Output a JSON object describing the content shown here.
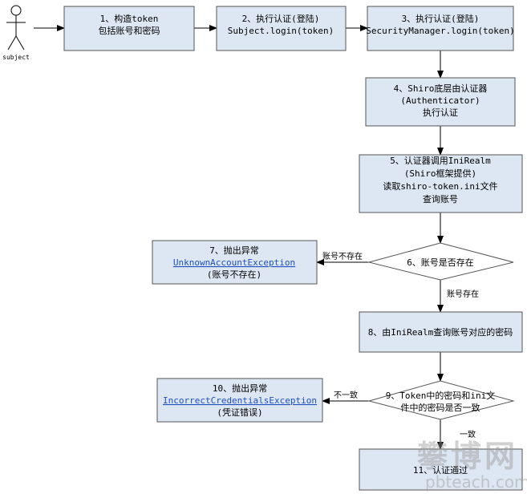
{
  "actor": {
    "label": "subject"
  },
  "nodes": {
    "n1": [
      "1、构造token",
      "包括账号和密码"
    ],
    "n2": [
      "2、执行认证(登陆)",
      "Subject.login(token)"
    ],
    "n3": [
      "3、执行认证(登陆)",
      "SecurityManager.login(token)"
    ],
    "n4": [
      "4、Shiro底层由认证器",
      "(Authenticator)",
      "执行认证"
    ],
    "n5": [
      "5、认证器调用IniRealm",
      "(Shiro框架提供)",
      "读取shiro-token.ini文件",
      "查询账号"
    ],
    "n6": [
      "6、账号是否存在"
    ],
    "n7": [
      "7、抛出异常",
      "UnknownAccountException",
      "(账号不存在)"
    ],
    "n8": [
      "8、由IniRealm查询账号对应的密码"
    ],
    "n9": [
      "9、Token中的密码和ini文",
      "件中的密码是否一致"
    ],
    "n10": [
      "10、抛出异常",
      "IncorrectCredentialsException",
      "(凭证错误)"
    ],
    "n11": [
      "11、认证通过"
    ]
  },
  "edge_labels": {
    "not_exist": "账号不存在",
    "exist": "账号存在",
    "mismatch": "不一致",
    "match": "一致"
  },
  "watermark": {
    "text": "攀博网",
    "url": "pbteach.com"
  },
  "colors": {
    "box_fill": "#dde6f3",
    "box_stroke": "#555555",
    "link": "#1f4fbf",
    "line": "#000000"
  }
}
